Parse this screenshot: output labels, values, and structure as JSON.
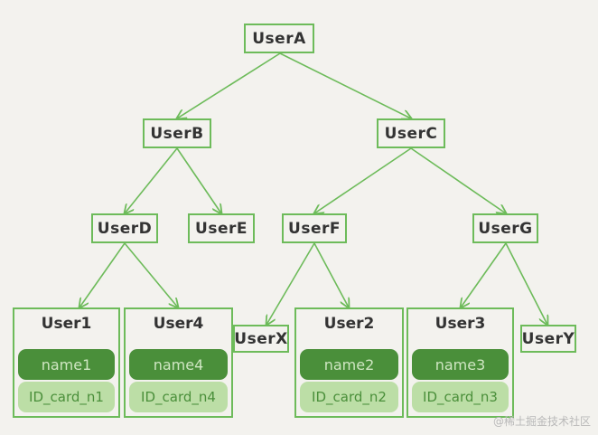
{
  "nodes": {
    "usera": "UserA",
    "userb": "UserB",
    "userc": "UserC",
    "userd": "UserD",
    "usere": "UserE",
    "userf": "UserF",
    "userg": "UserG",
    "userx": "UserX",
    "usery": "UserY"
  },
  "leaves": [
    {
      "title": "User1",
      "name": "name1",
      "id_card": "ID_card_n1"
    },
    {
      "title": "User4",
      "name": "name4",
      "id_card": "ID_card_n4"
    },
    {
      "title": "User2",
      "name": "name2",
      "id_card": "ID_card_n2"
    },
    {
      "title": "User3",
      "name": "name3",
      "id_card": "ID_card_n3"
    }
  ],
  "watermark": "@稀土掘金技术社区",
  "colors": {
    "border": "#6dbb5a",
    "edge": "#6dbb5a",
    "name_pill": "#4a8f3a",
    "id_pill": "#bcdea6",
    "background": "#f3f2ee"
  }
}
